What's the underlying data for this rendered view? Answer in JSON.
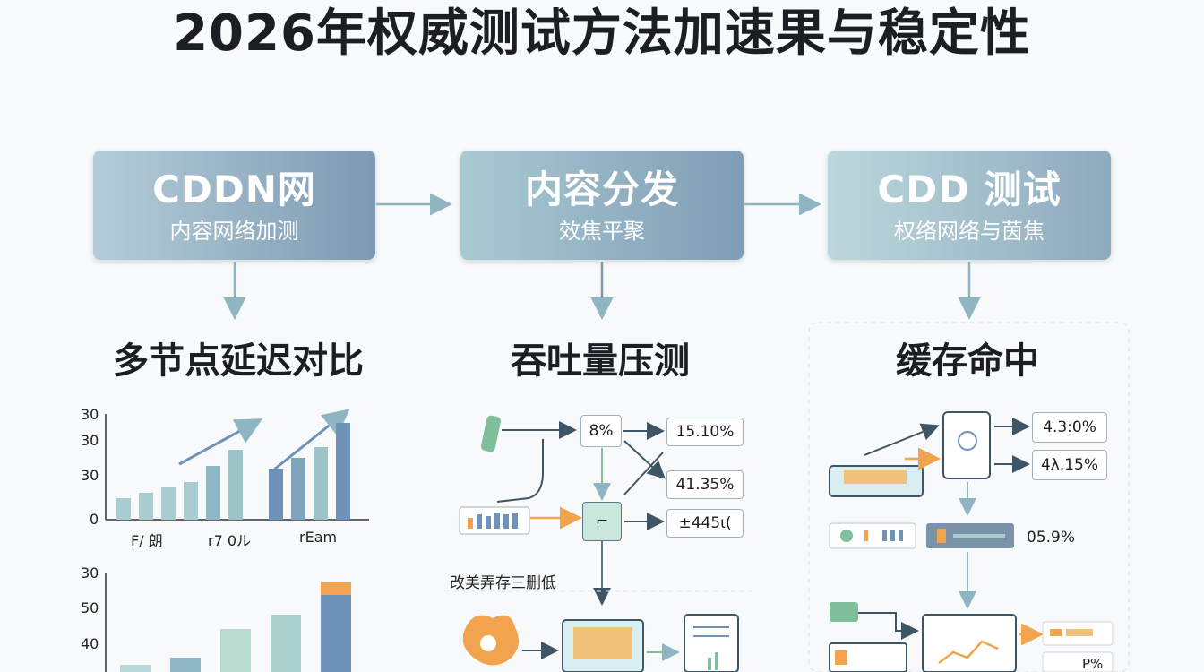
{
  "title": "2026年权威测试方法加速果与稳定性",
  "stages": [
    {
      "title": "CDDN网",
      "subtitle": "内容网络加测"
    },
    {
      "title": "内容分发",
      "subtitle": "效焦平聚"
    },
    {
      "title": "CDD 测试",
      "subtitle": "权络网络与茵焦"
    }
  ],
  "sections": [
    {
      "title": "多节点延迟对比"
    },
    {
      "title": "吞吐量压测"
    },
    {
      "title": "缓存命中"
    }
  ],
  "colors": {
    "box_blue": "#7f9db5",
    "box_teal": "#b7d5dc",
    "arrow": "#8fb4c2",
    "bar_light": "#a9ccd1",
    "bar_dark": "#6f93b8",
    "orange": "#f2a34d"
  },
  "chart_data": [
    {
      "type": "bar",
      "yticks": [
        "30",
        "30",
        "30",
        "0"
      ],
      "categories": [
        "F/ 朗",
        "r7 0ル",
        "rEam"
      ],
      "series": [
        {
          "values": [
            8,
            10,
            12,
            14,
            20,
            26,
            19,
            23,
            27,
            36
          ]
        }
      ]
    },
    {
      "type": "bar",
      "yticks": [
        "30",
        "50",
        "40"
      ],
      "series": [
        {
          "values": [
            2,
            4,
            12,
            16,
            24
          ]
        }
      ]
    }
  ],
  "throughput": {
    "center_top": "8%",
    "values": [
      "15.10%",
      "41.35%",
      "±445ι("
    ],
    "caption": "改美弄存三删低"
  },
  "cache": {
    "values": [
      "4.3:0%",
      "4λ.15%"
    ],
    "rate": "05.9%",
    "bottom": "P%"
  }
}
